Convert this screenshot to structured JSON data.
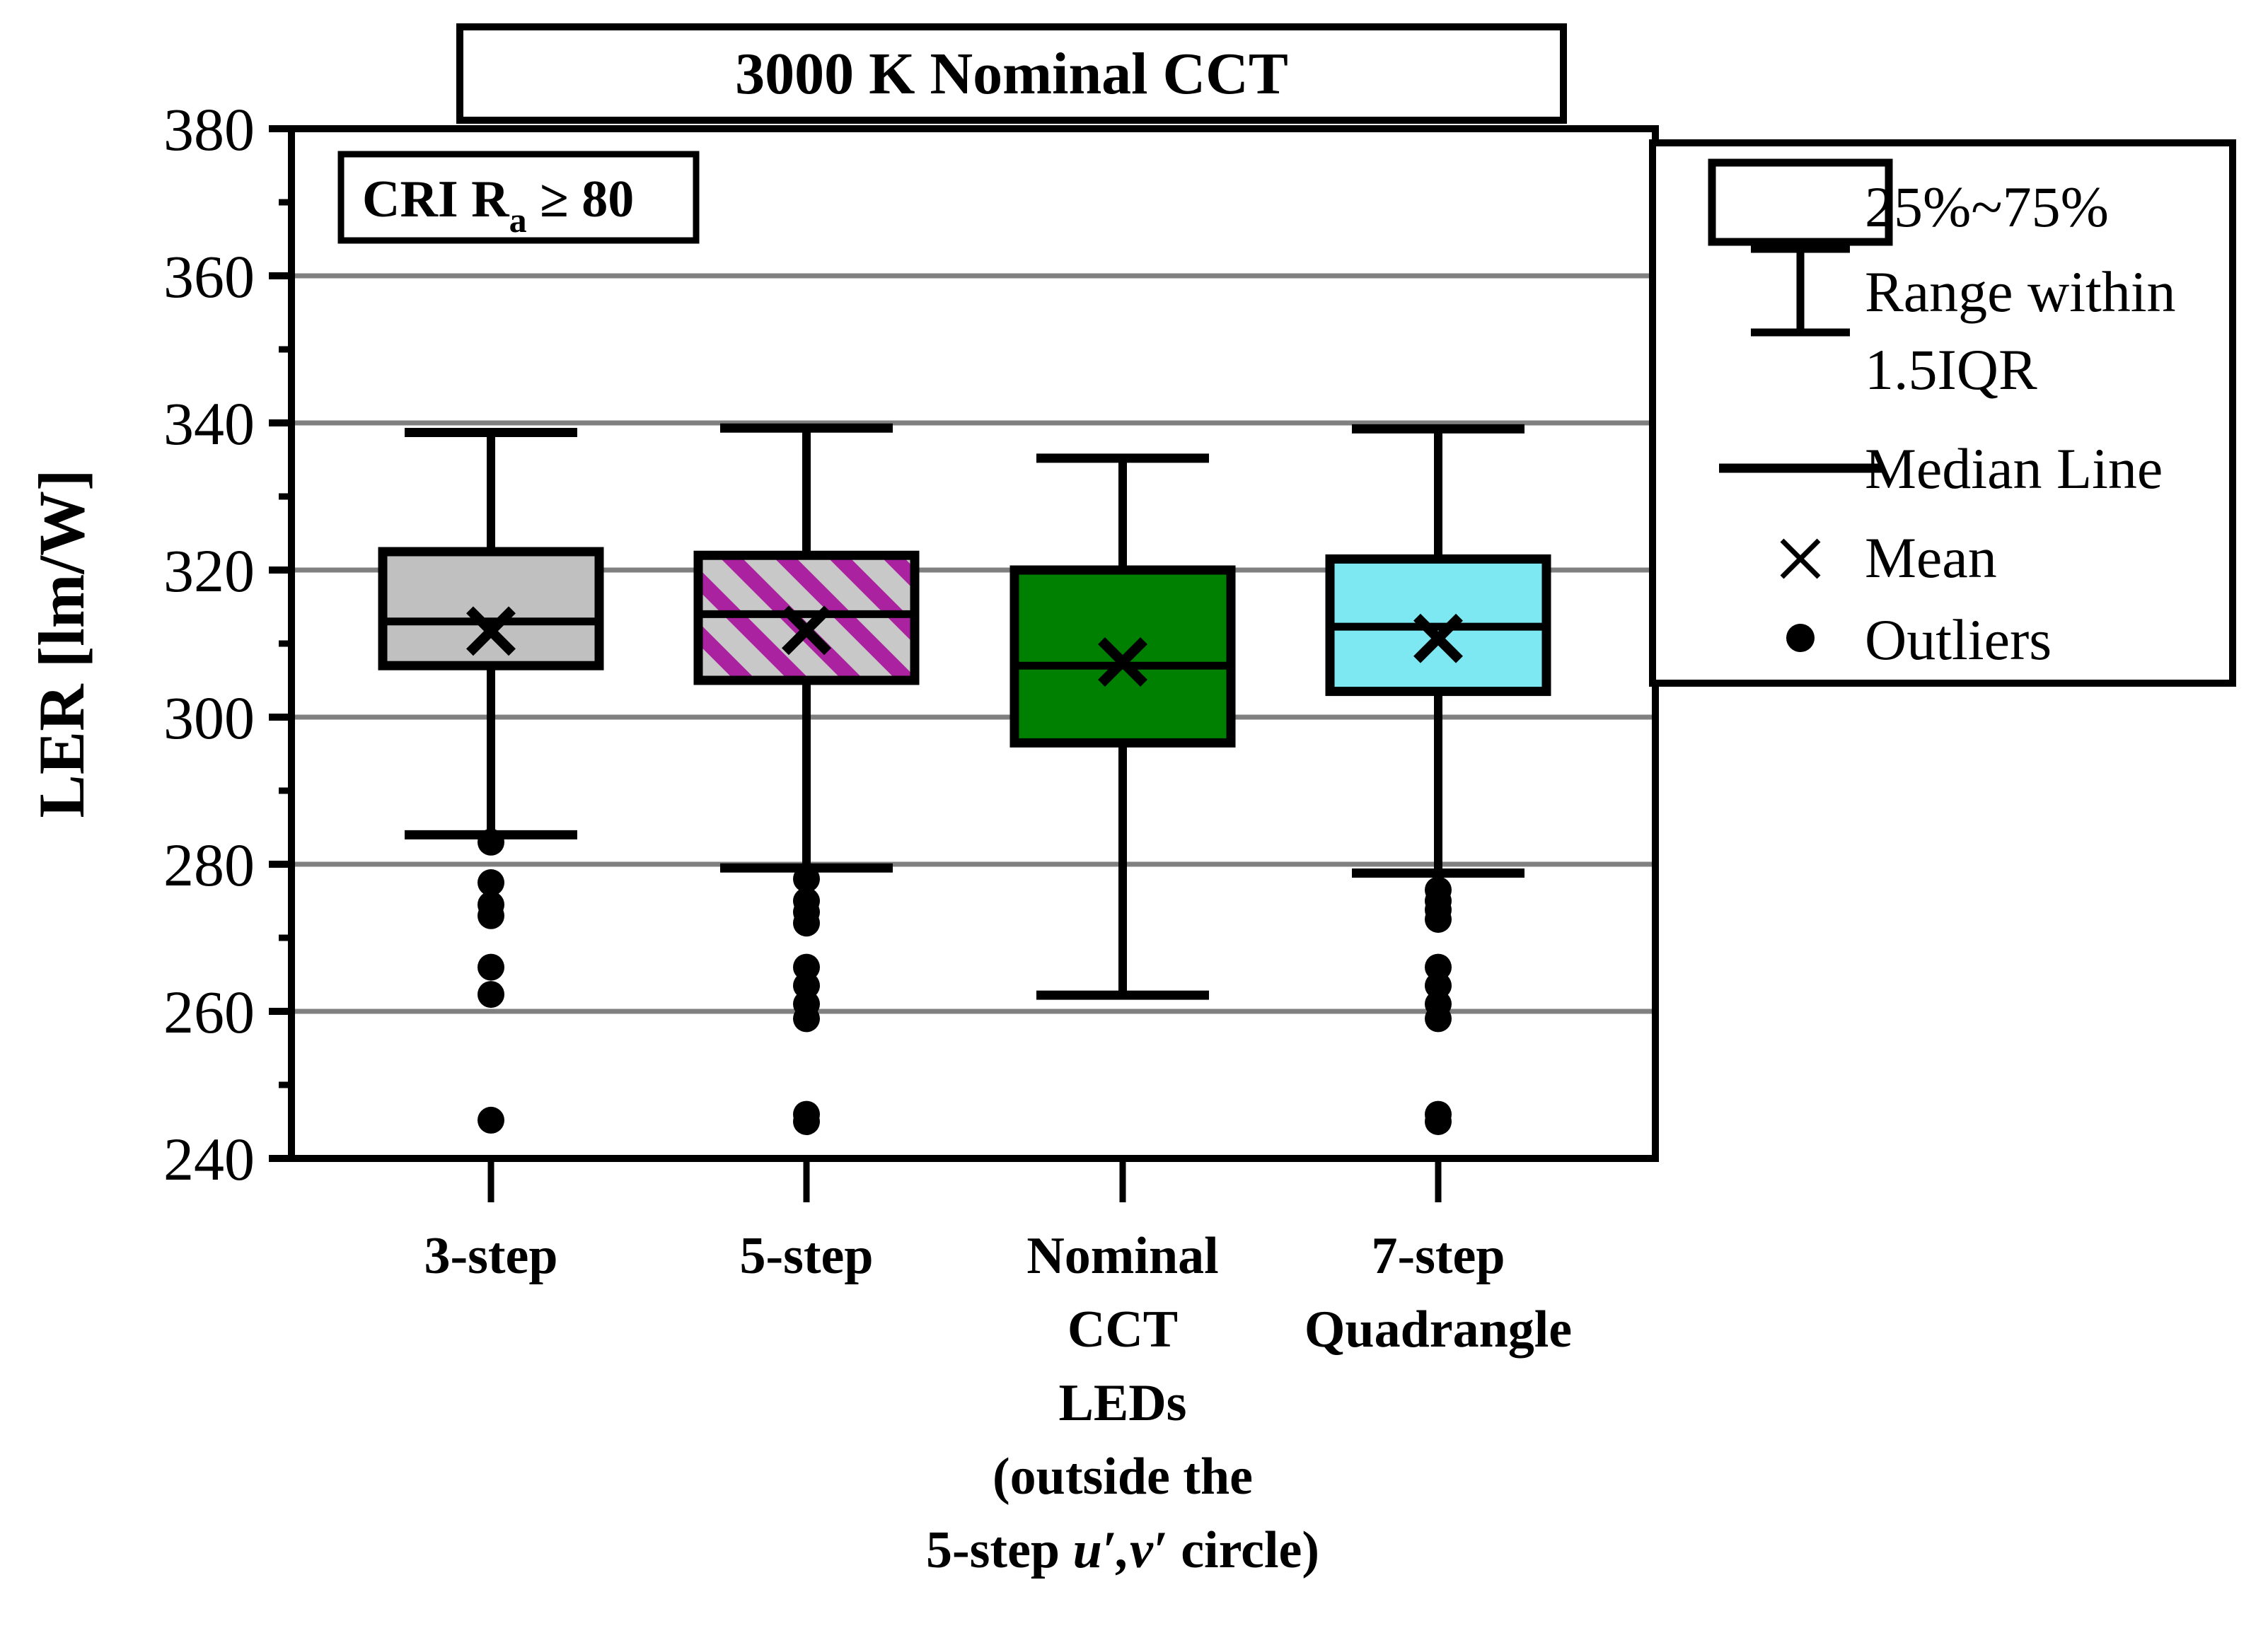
{
  "figure": {
    "title": "3000 K Nominal CCT",
    "annotation_prefix": "CRI R",
    "annotation_sub": "a",
    "annotation_suffix": " ≥ 80"
  },
  "legend": {
    "items": [
      {
        "label": "25%~75%",
        "icon": "box-symbol"
      },
      {
        "label": "Range within 1.5IQR",
        "icon": "whisker-symbol"
      },
      {
        "label": "Median Line",
        "icon": "median-line-symbol"
      },
      {
        "label": "Mean",
        "icon": "cross-symbol"
      },
      {
        "label": "Outliers",
        "icon": "dot-symbol"
      }
    ]
  },
  "chart_data": {
    "type": "box",
    "title": "3000 K Nominal CCT",
    "xlabel": "",
    "ylabel": "LER [lm/W]",
    "ylim": [
      240,
      380
    ],
    "yticks": [
      240,
      260,
      280,
      300,
      320,
      340,
      360,
      380
    ],
    "grid": "horizontal",
    "legend_position": "top-right",
    "categories": [
      "3-step",
      "5-step",
      "Nominal CCT LEDs (outside the 5-step u′,v′ circle)",
      "7-step Quadrangle"
    ],
    "category_lines": [
      [
        "3-step"
      ],
      [
        "5-step"
      ],
      [
        "Nominal",
        "CCT",
        "LEDs",
        "(outside the",
        "5-step u′,v′ circle)"
      ],
      [
        "7-step",
        "Quadrangle"
      ]
    ],
    "series": [
      {
        "name": "3-step",
        "fill": "#C0C0C0",
        "hatch": false,
        "hatch_color": "",
        "q1": 307.0,
        "median": 313.0,
        "q3": 322.5,
        "mean": 311.7,
        "whisker_low": 284.0,
        "whisker_high": 338.7,
        "outliers": [
          283.0,
          277.5,
          274.5,
          273.0,
          266.0,
          262.3,
          245.2
        ]
      },
      {
        "name": "5-step",
        "fill": "#C8C8C8",
        "hatch": true,
        "hatch_color": "#AA22A0",
        "q1": 305.0,
        "median": 314.0,
        "q3": 322.0,
        "mean": 311.8,
        "whisker_low": 279.5,
        "whisker_high": 339.3,
        "outliers": [
          278.0,
          275.0,
          273.5,
          272.0,
          266.0,
          263.5,
          261.0,
          259.0,
          246.0,
          245.0
        ]
      },
      {
        "name": "Nominal CCT LEDs",
        "fill": "#008000",
        "hatch": false,
        "hatch_color": "",
        "q1": 296.5,
        "median": 307.0,
        "q3": 320.0,
        "mean": 307.5,
        "whisker_low": 262.2,
        "whisker_high": 335.2,
        "outliers": []
      },
      {
        "name": "7-step Quadrangle",
        "fill": "#7DE7F2",
        "hatch": false,
        "hatch_color": "",
        "q1": 303.5,
        "median": 312.3,
        "q3": 321.5,
        "mean": 310.7,
        "whisker_low": 278.8,
        "whisker_high": 339.2,
        "outliers": [
          276.5,
          275.0,
          273.8,
          272.5,
          266.0,
          263.5,
          261.0,
          259.0,
          246.0,
          245.0
        ]
      }
    ]
  },
  "colors": {
    "grid": "#808080",
    "axis": "#000000",
    "box1": "#C0C0C0",
    "box2_hatch": "#AA22A0",
    "box3": "#008000",
    "box4": "#7DE7F2"
  }
}
